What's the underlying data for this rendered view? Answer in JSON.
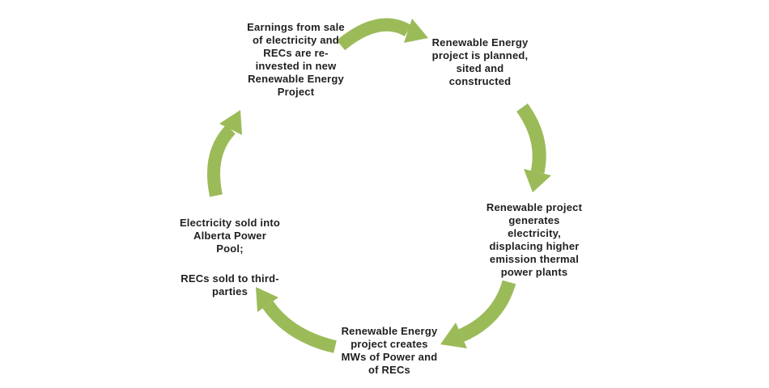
{
  "colors": {
    "arrow_green": "#9BBB59",
    "text": "#1F1F1F",
    "background": "#FFFFFF"
  },
  "cycle": {
    "nodes": [
      {
        "id": "reinvestment",
        "text": "Earnings from sale\nof electricity and\nRECs are re-\ninvested in new\nRenewable Energy\nProject"
      },
      {
        "id": "planning",
        "text": "Renewable Energy\nproject is planned,\nsited and\nconstructed"
      },
      {
        "id": "generation",
        "text": "Renewable project\ngenerates\nelectricity,\ndisplacing higher\nemission thermal\npower plants"
      },
      {
        "id": "creation",
        "text": "Renewable Energy\nproject creates\nMWs of Power and\nof RECs"
      },
      {
        "id": "sale",
        "paragraphs": [
          "Electricity sold into\nAlberta Power\nPool;",
          "RECs sold to third-\nparties"
        ]
      }
    ]
  }
}
